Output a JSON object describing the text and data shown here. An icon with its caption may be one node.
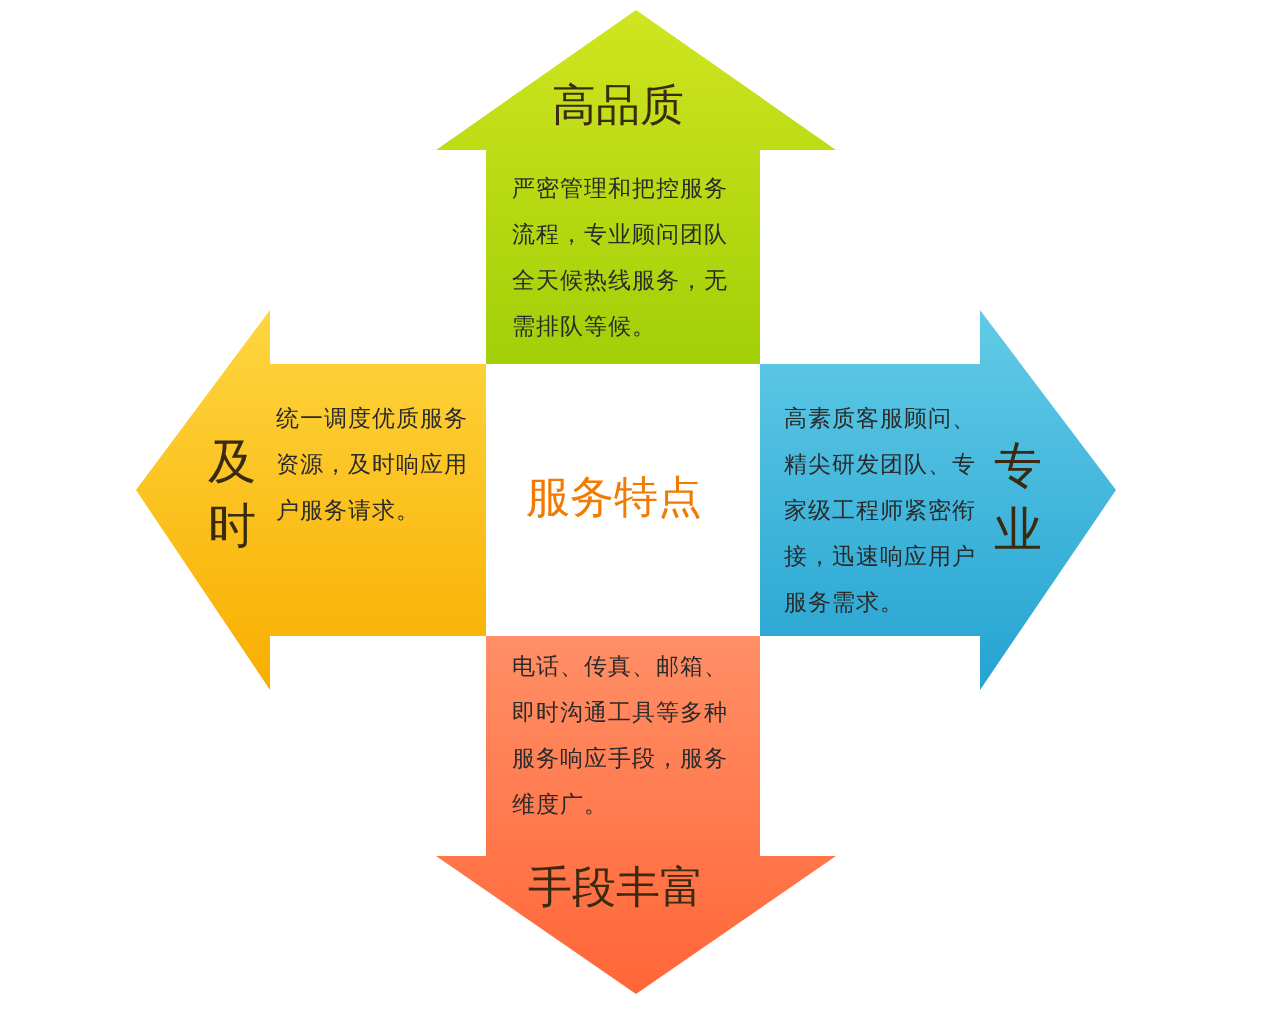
{
  "diagram": {
    "nodes": [
      {
        "text": [
          "服务特点"
        ]
      },
      {
        "text": [
          "高品质",
          "严密管理和把控服务流程，专业顾问团队全天候热线服务，无需排队等候。"
        ]
      },
      {
        "text": [
          "及时",
          "统一调度优质服务资源，及时响应用户服务请求。"
        ]
      },
      {
        "text": [
          "高素质客服顾问、精尖研发团队、专家级工程师紧密衔接，迅速响应用户服务需求。",
          "专业"
        ]
      },
      {
        "text": [
          "电话、传真、邮箱、即时沟通工具等多种服务响应手段，服务维度广。",
          "手段丰富"
        ]
      }
    ]
  }
}
